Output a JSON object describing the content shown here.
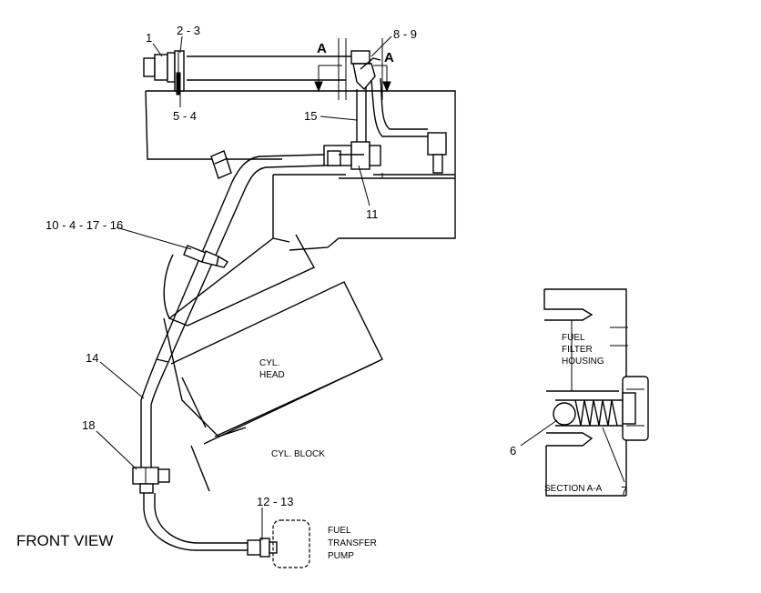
{
  "view_title": "FRONT VIEW",
  "section_title": "SECTION A-A",
  "section_marker": "A",
  "callouts": {
    "c1": "1",
    "c2_3": "2 - 3",
    "c5_4": "5 - 4",
    "c8_9": "8 - 9",
    "c15": "15",
    "c11": "11",
    "c10_4_17_16": "10 - 4 - 17 - 16",
    "c14": "14",
    "c18": "18",
    "c12_13": "12 - 13",
    "c6": "6",
    "c7": "7"
  },
  "labels": {
    "cyl_head_1": "CYL.",
    "cyl_head_2": "HEAD",
    "cyl_block": "CYL. BLOCK",
    "pump_1": "FUEL",
    "pump_2": "TRANSFER",
    "pump_3": "PUMP",
    "filter_1": "FUEL",
    "filter_2": "FILTER",
    "filter_3": "HOUSING"
  }
}
